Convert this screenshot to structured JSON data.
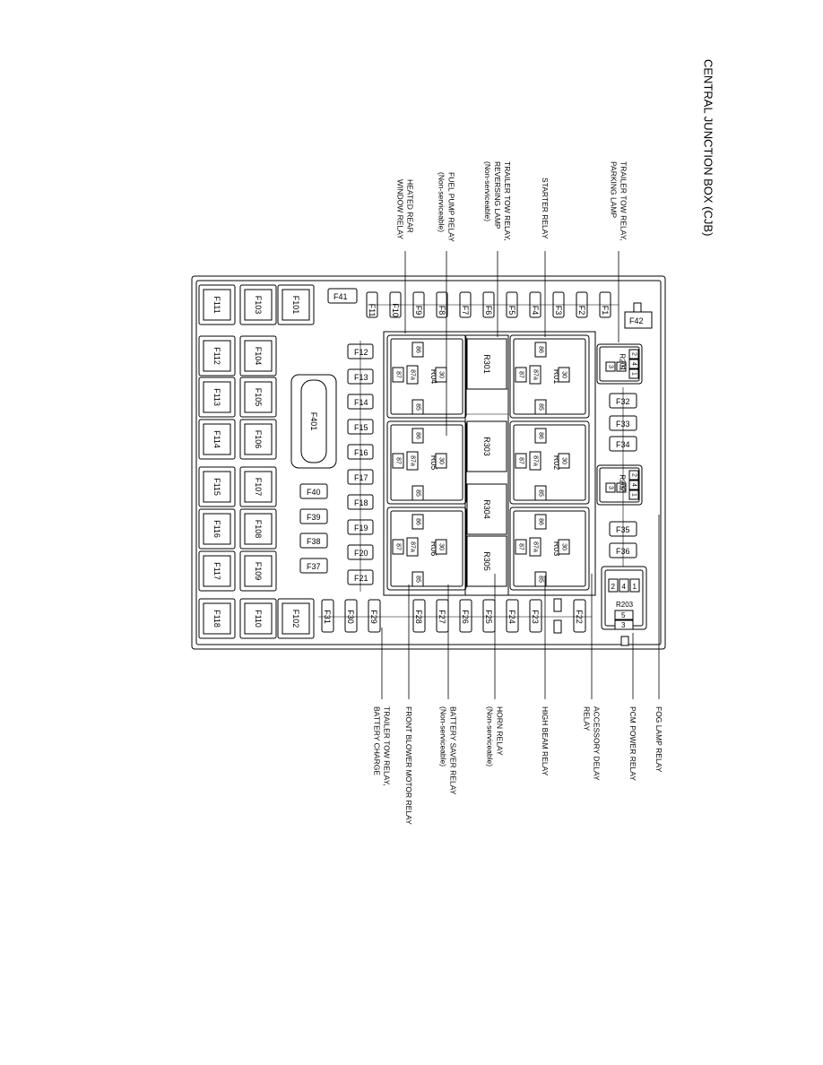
{
  "title": "CENTRAL JUNCTION BOX (CJB)",
  "callouts_top": [
    {
      "id": "heated-rear-window",
      "lines": [
        "HEATED REAR",
        "WINDOW RELAY"
      ]
    },
    {
      "id": "fuel-pump",
      "lines": [
        "FUEL PUMP RELAY",
        "(Non-serviceable)"
      ]
    },
    {
      "id": "trailer-tow-reversing",
      "lines": [
        "TRAILER TOW RELAY,",
        "REVERSING LAMP",
        "(Non-serviceable)"
      ]
    },
    {
      "id": "starter",
      "lines": [
        "STARTER RELAY"
      ]
    },
    {
      "id": "trailer-tow-parking",
      "lines": [
        "TRAILER TOW RELAY,",
        "PARKING LAMP"
      ]
    }
  ],
  "callouts_bottom": [
    {
      "id": "trailer-tow-battery",
      "lines": [
        "TRAILER TOW RELAY,",
        "BATTERY CHARGE"
      ]
    },
    {
      "id": "front-blower",
      "lines": [
        "FRONT BLOWER MOTOR RELAY"
      ]
    },
    {
      "id": "battery-saver",
      "lines": [
        "BATTERY SAVER RELAY",
        "(Non-serviceable)"
      ]
    },
    {
      "id": "horn",
      "lines": [
        "HORN RELAY",
        "(Non-serviceable)"
      ]
    },
    {
      "id": "high-beam",
      "lines": [
        "HIGH BEAM RELAY"
      ]
    },
    {
      "id": "accessory-delay",
      "lines": [
        "ACCESSORY DELAY",
        "RELAY"
      ]
    },
    {
      "id": "pcm-power",
      "lines": [
        "PCM POWER RELAY"
      ]
    },
    {
      "id": "fog-lamp",
      "lines": [
        "FOG LAMP RELAY"
      ]
    }
  ],
  "fuses_top_row": [
    "F11",
    "F10",
    "F9",
    "F8",
    "F7",
    "F6",
    "F5",
    "F4",
    "F3",
    "F2",
    "F1"
  ],
  "fuse_f42": "F42",
  "fuse_f41": "F41",
  "fuses_vertical": [
    "F12",
    "F13",
    "F14",
    "F15",
    "F16",
    "F17",
    "F18",
    "F19",
    "F20",
    "F21"
  ],
  "fuses_bottom_row": [
    "F31",
    "F30",
    "F29",
    "F28",
    "F27",
    "F26",
    "F25",
    "F24",
    "F23",
    "F22"
  ],
  "fuses_small_left": [
    "F40",
    "F39",
    "F38",
    "F37"
  ],
  "fuses_right_column": [
    "F32",
    "F33",
    "F34",
    "F35",
    "F36"
  ],
  "maxi_fuse": "F401",
  "cartridge_fuses": {
    "col1": [
      "F111",
      "F112",
      "F113",
      "F114",
      "F115",
      "F116",
      "F117",
      "F118"
    ],
    "col2": [
      "F103",
      "F104",
      "F105",
      "F106",
      "F107",
      "F108",
      "F109",
      "F110"
    ],
    "col3": [
      "F101",
      "F102"
    ]
  },
  "large_relays": [
    "R04",
    "R05",
    "R06",
    "R01",
    "R02",
    "R03"
  ],
  "relay_terminals": {
    "t86": "86",
    "t85": "85",
    "t87": "87",
    "t87a": "87a",
    "t30": "30"
  },
  "mini_relays": [
    "R301",
    "R303",
    "R304",
    "R305"
  ],
  "micro_relays": [
    "R201",
    "R202",
    "R203"
  ],
  "micro_terminals": [
    "2",
    "4",
    "1",
    "3",
    "5"
  ]
}
